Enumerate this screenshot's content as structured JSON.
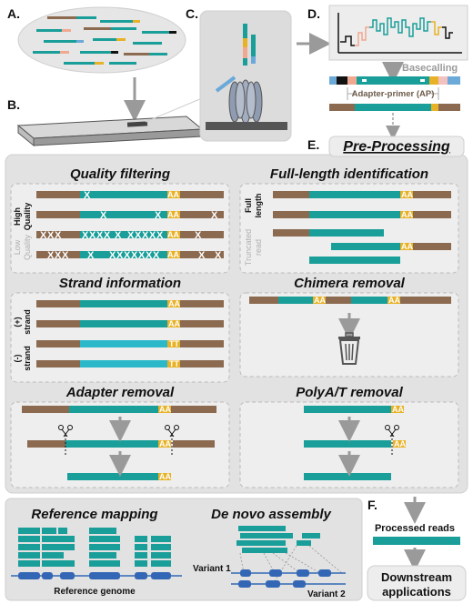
{
  "panel_labels": {
    "a": "A.",
    "b": "B.",
    "c": "C.",
    "d": "D.",
    "e": "E.",
    "f": "F."
  },
  "basecalling": "Basecalling",
  "adapter_primer": "Adapter-primer (AP)",
  "pre_processing": "Pre-Processing",
  "quality": {
    "title": "Quality filtering",
    "high": [
      "High",
      "Quality"
    ],
    "low": [
      "Low",
      "Quality"
    ]
  },
  "fulllength": {
    "title": "Full-length identification",
    "full": [
      "Full",
      "length"
    ],
    "trunc": [
      "Truncated",
      "read"
    ]
  },
  "strand": {
    "title": "Strand information",
    "plus": [
      "(+)",
      "strand"
    ],
    "minus": [
      "(-)",
      "strand"
    ]
  },
  "chimera": {
    "title": "Chimera removal"
  },
  "adapter_removal": {
    "title": "Adapter removal"
  },
  "polya": {
    "title": "PolyA/T removal"
  },
  "polya_label": "AA",
  "polyt_label": "TT",
  "mismatch_mark": "X",
  "reference_mapping": {
    "title": "Reference mapping",
    "caption": "Reference genome"
  },
  "denovo": {
    "title": "De novo assembly",
    "variant1": "Variant 1",
    "variant2": "Variant 2"
  },
  "processed_reads": "Processed reads",
  "downstream": [
    "Downstream",
    "applications"
  ],
  "colors": {
    "read": "#1a9e99",
    "read_light": "#2bb8c9",
    "adapter": "#8b6a50",
    "polyA": "#e8b227",
    "panel_bg": "#e6e6e6",
    "box_bg": "#eeeeee",
    "arrow": "#9a9a9a",
    "exon": "#3367b5"
  }
}
